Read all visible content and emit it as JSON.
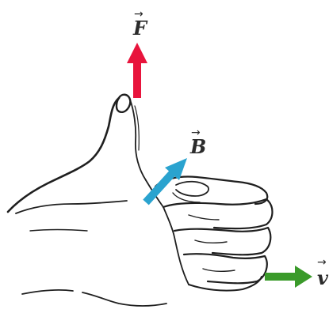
{
  "vectors": {
    "force": {
      "label": "F",
      "color": "#e8143c"
    },
    "field": {
      "label": "B",
      "color": "#2aa3cf"
    },
    "velocity": {
      "label": "v",
      "color": "#3a9a2a"
    }
  },
  "labels": {
    "force": "F",
    "field": "B",
    "velocity": "v"
  }
}
